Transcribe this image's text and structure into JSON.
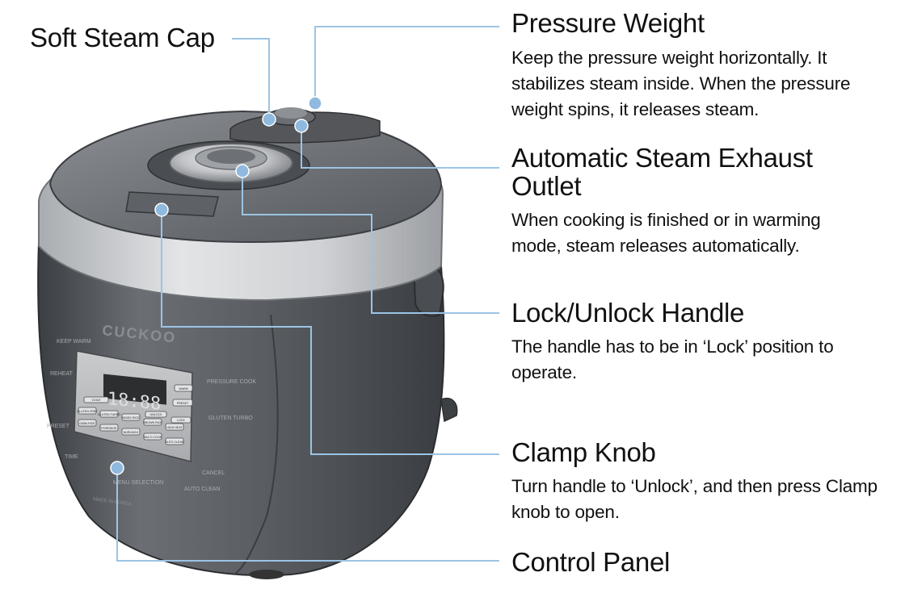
{
  "brand": "CUCKOO",
  "panel": {
    "display": "18:88",
    "buttons": [
      "WARM",
      "PRESET",
      "VOICE",
      "UNLOCK",
      "LOCK",
      "GLUTEN FREE",
      "GLUTEN TURBO",
      "MIXED RICE",
      "BROWN RICE",
      "HIGH HEAT",
      "GABA RICE",
      "PORRIDGE",
      "NURUNGJI",
      "MULTI COOK",
      "AUTO CLEAN"
    ],
    "left_labels": [
      "KEEP WARM",
      "REHEAT",
      "PRESET",
      "TIME"
    ],
    "right_labels": [
      "PRESSURE COOK",
      "GLUTEN TURBO",
      "CANCEL",
      "AUTO CLEAN"
    ],
    "menu_label": "MENU SELECTION",
    "made_in": "MADE IN KOREA"
  },
  "callouts": [
    {
      "id": "soft-steam-cap",
      "title": "Soft Steam Cap",
      "desc": ""
    },
    {
      "id": "pressure-weight",
      "title": "Pressure Weight",
      "desc": "Keep the pressure weight horizontally. It stabilizes steam inside. When the pressure weight spins, it releases steam."
    },
    {
      "id": "automatic-steam-exhaust-outlet",
      "title": "Automatic Steam Exhaust Outlet",
      "desc": "When cooking is finished or in warming mode, steam releases automatically."
    },
    {
      "id": "lock-unlock-handle",
      "title": "Lock/Unlock Handle",
      "desc": "The handle has to be in ‘Lock’ position to operate."
    },
    {
      "id": "clamp-knob",
      "title": "Clamp Knob",
      "desc": "Turn handle to ‘Unlock’, and then press Clamp knob to open."
    },
    {
      "id": "control-panel",
      "title": "Control Panel",
      "desc": ""
    }
  ],
  "colors": {
    "leader": "#9cc4e4",
    "dot": "#8fb9de",
    "body": "#55595e",
    "lid": "#d7d9dc",
    "text": "#111111"
  }
}
